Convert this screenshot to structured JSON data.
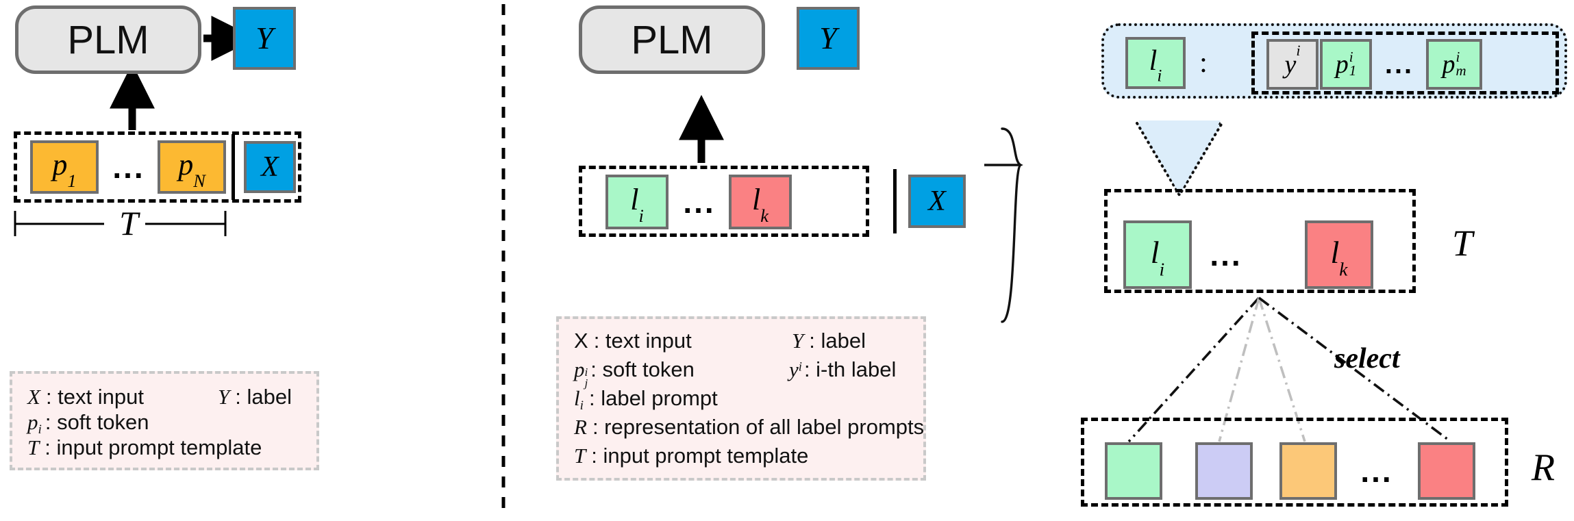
{
  "figure": {
    "panels": [
      {
        "id": "left",
        "name": "soft-prompt-tuning",
        "model_label": "PLM",
        "output_label": "Y",
        "template_label": "T",
        "prompt_tokens": [
          {
            "label": "p",
            "sub": "1",
            "color": "#fcb932"
          },
          {
            "label": "...",
            "color": null
          },
          {
            "label": "p",
            "sub": "N",
            "color": "#fcb932"
          }
        ],
        "input_label": "X",
        "input_color": "#00a0e3"
      },
      {
        "id": "middle",
        "name": "label-prompt-tuning",
        "model_label": "PLM",
        "output_label": "Y",
        "template_label": "T",
        "prompt_tokens": [
          {
            "label": "l",
            "sub": "i",
            "color": "#a9f7c8"
          },
          {
            "label": "...",
            "color": null
          },
          {
            "label": "l",
            "sub": "k",
            "color": "#fa8183"
          }
        ],
        "input_label": "X",
        "input_color": "#00a0e3"
      }
    ],
    "legends": [
      {
        "id": "left-legend",
        "entries_left": [
          {
            "sym": "X",
            "sub": "",
            "sup": "",
            "text": ": text input"
          },
          {
            "sym": "p",
            "sub": "i",
            "sup": "",
            "text": ": soft token"
          },
          {
            "sym": "T",
            "sub": "",
            "sup": "",
            "text": ": input prompt template",
            "cal": true
          }
        ],
        "entries_right": [
          {
            "sym": "Y",
            "sub": "",
            "sup": "",
            "text": ": label"
          }
        ]
      },
      {
        "id": "middle-legend",
        "entries_left": [
          {
            "sym": "X",
            "sub": "",
            "sup": "",
            "text": ": text input",
            "upright": true
          },
          {
            "sym": "p",
            "sub": "j",
            "sup": "i",
            "text": ": soft token"
          },
          {
            "sym": "l",
            "sub": "i",
            "sup": "",
            "text": ": label prompt"
          },
          {
            "sym": "R",
            "sub": "",
            "sup": "",
            "text": ": representation of all label prompts"
          },
          {
            "sym": "T",
            "sub": "",
            "sup": "",
            "text": ": input prompt template",
            "cal": true
          }
        ],
        "entries_right": [
          {
            "sym": "Y",
            "sub": "",
            "sup": "",
            "text": ": label"
          },
          {
            "sym": "y",
            "sub": "",
            "sup": "i",
            "text": ": i-th label",
            "italic_i": true
          }
        ]
      }
    ],
    "right_panel": {
      "id": "right",
      "name": "label-prompt-detail",
      "callout": {
        "head": {
          "label": "l",
          "sub": "i",
          "color": "#a9f7c8"
        },
        "colon": ":",
        "sequence": [
          {
            "label": "y",
            "sup": "i",
            "color": "#e4e4e4"
          },
          {
            "label": "p",
            "sub": "1",
            "sup": "i",
            "color": "#a9f7c8"
          },
          {
            "label": "...",
            "color": null
          },
          {
            "label": "p",
            "sub": "m",
            "sup": "i",
            "color": "#a9f7c8"
          }
        ]
      },
      "template_row": {
        "template_label": "T",
        "tokens": [
          {
            "label": "l",
            "sub": "i",
            "color": "#a9f7c8"
          },
          {
            "label": "...",
            "color": null
          },
          {
            "label": "l",
            "sub": "k",
            "color": "#fa8183"
          }
        ]
      },
      "select_label": "select",
      "pool": {
        "pool_label": "R",
        "items": [
          {
            "color": "#a9f7c8"
          },
          {
            "color": "#ccccf5"
          },
          {
            "color": "#fcc878"
          },
          {
            "label": "..."
          },
          {
            "color": "#fa8183"
          }
        ]
      }
    },
    "colors": {
      "orange": "#fcb932",
      "blue": "#00a0e3",
      "green": "#a9f7c8",
      "red": "#fa8183",
      "purple": "#ccccf5",
      "gray_box": "#e4e4e4",
      "plm_fill": "#e6e6e6",
      "plm_stroke": "#6e6e6e",
      "legend_fill": "#fdf0f0",
      "legend_stroke": "#c9c9c9",
      "bubble_fill": "#dcedfa"
    }
  }
}
